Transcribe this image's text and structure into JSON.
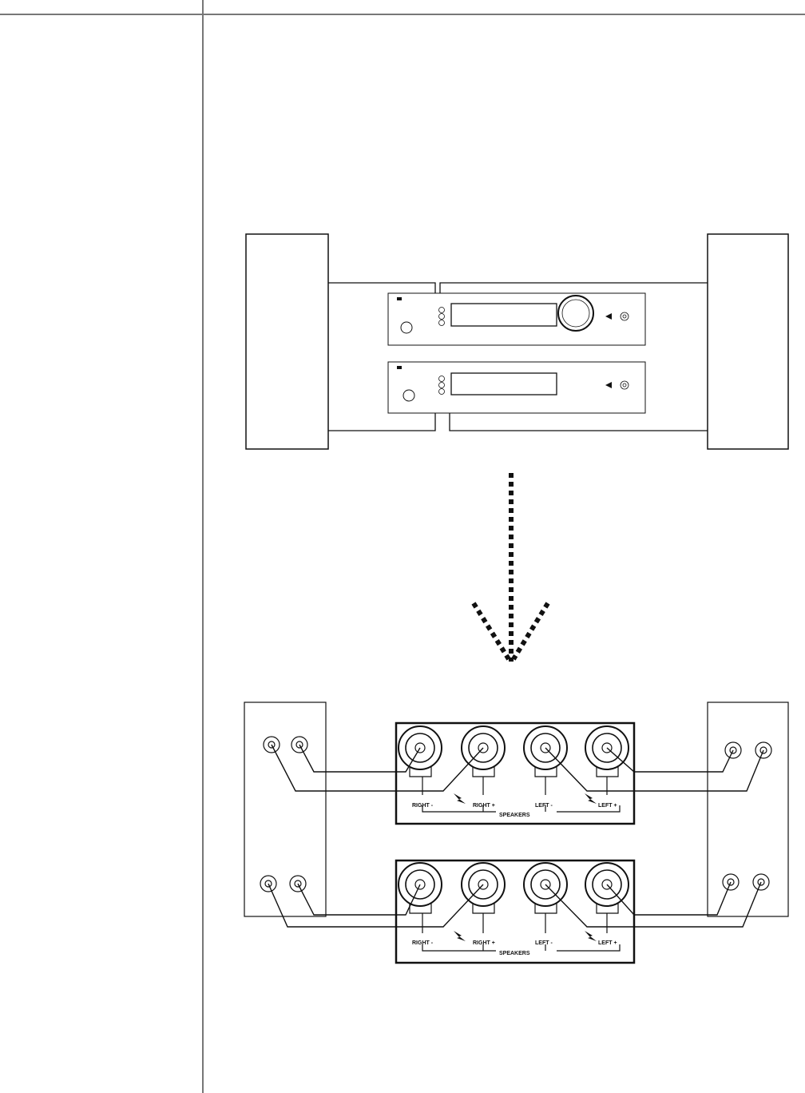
{
  "amp_front": {
    "brand_logo": "amplifier-logo-icon"
  },
  "terminal_labels": {
    "right_minus": "RIGHT -",
    "right_plus": "RIGHT +",
    "left_minus": "LEFT -",
    "left_plus": "LEFT +",
    "speakers": "SPEAKERS"
  },
  "colors": {
    "line": "#111111",
    "rule": "#777777",
    "background": "#ffffff"
  }
}
